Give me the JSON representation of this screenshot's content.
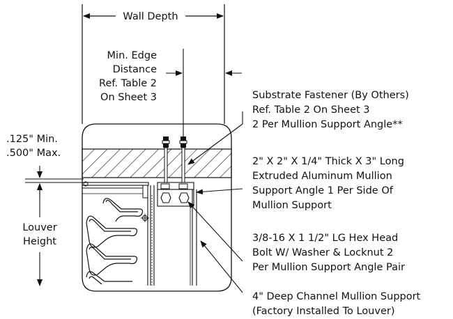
{
  "labels": {
    "wall_depth": "Wall Depth",
    "edge_distance": [
      "Min. Edge",
      "Distance",
      "Ref. Table 2",
      "On Sheet 3"
    ],
    "min_max": [
      ".125\" Min.",
      ".500\" Max."
    ],
    "louver_height": [
      "Louver",
      "Height"
    ],
    "substrate_fastener": [
      "Substrate Fastener (By Others)",
      "Ref. Table 2 On Sheet 3",
      "2 Per Mullion Support Angle**"
    ],
    "support_angle": [
      "2\" X 2\" X 1/4\" Thick X 3\" Long",
      "Extruded Aluminum Mullion",
      "Support Angle 1 Per Side Of",
      "Mullion Support"
    ],
    "hex_bolt": [
      "3/8-16 X 1 1/2\" LG Hex Head",
      "Bolt W/ Washer & Locknut 2",
      "Per Mullion Support Angle Pair"
    ],
    "channel_support": [
      "4\" Deep Channel Mullion Support",
      "(Factory Installed To Louver)"
    ]
  }
}
